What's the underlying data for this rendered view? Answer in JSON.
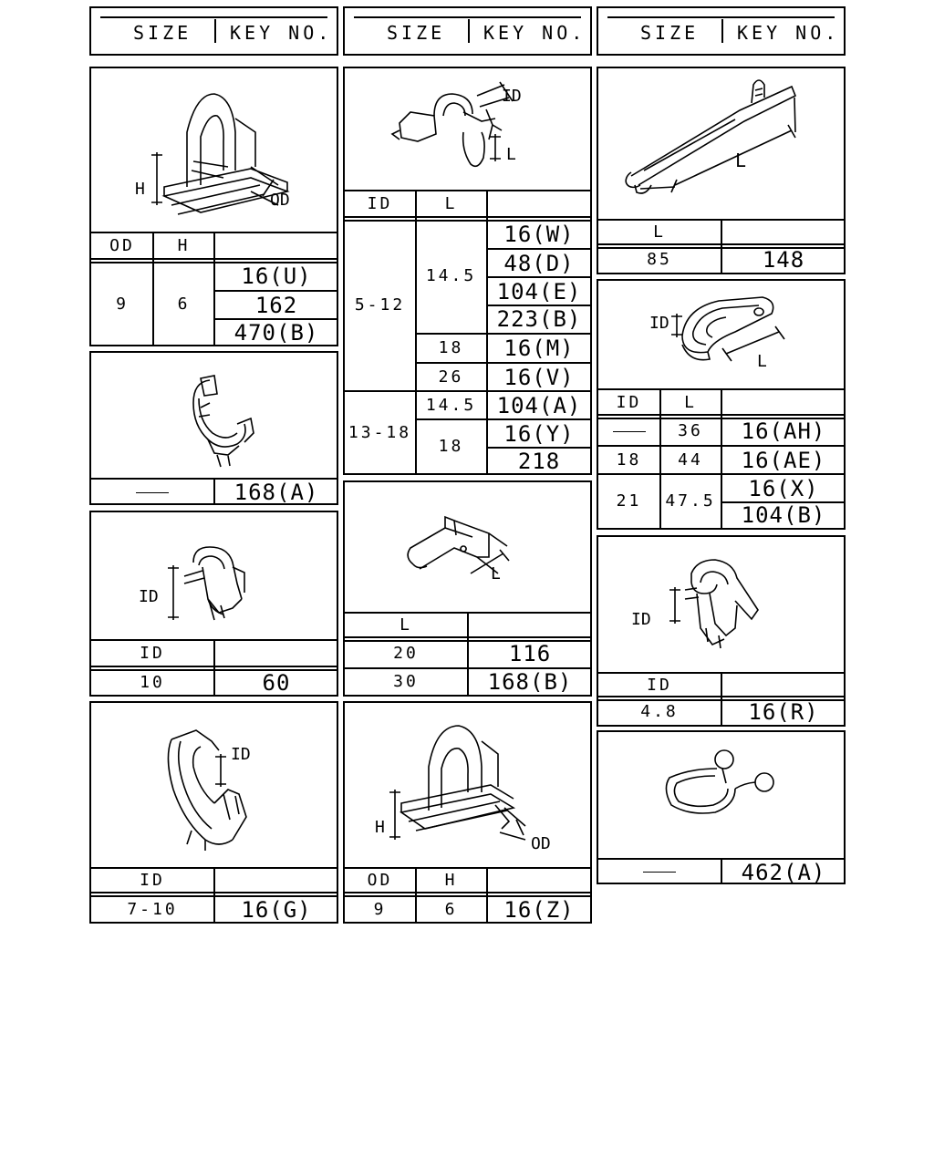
{
  "header": {
    "size_label": "SIZE",
    "key_label": "KEY NO."
  },
  "p1": {
    "dim_h": "H",
    "dim_od": "OD",
    "cols": {
      "od": "OD",
      "h": "H"
    },
    "od": "9",
    "h": "6",
    "keys": [
      "16(U)",
      "162",
      "470(B)"
    ]
  },
  "p2": {
    "size_dash": "—",
    "key": "168(A)"
  },
  "p3": {
    "dim_id": "ID",
    "cols": {
      "id": "ID"
    },
    "id": "10",
    "key": "60"
  },
  "p4": {
    "dim_id": "ID",
    "cols": {
      "id": "ID"
    },
    "id": "7-10",
    "key": "16(G)"
  },
  "p5": {
    "dim_id": "ID",
    "dim_l": "L",
    "cols": {
      "id": "ID",
      "l": "L"
    },
    "g1": {
      "id": "5-12",
      "rows": [
        {
          "l": "14.5",
          "keys": [
            "16(W)",
            "48(D)",
            "104(E)",
            "223(B)"
          ]
        },
        {
          "l": "18",
          "keys": [
            "16(M)"
          ]
        },
        {
          "l": "26",
          "keys": [
            "16(V)"
          ]
        }
      ]
    },
    "g2": {
      "id": "13-18",
      "rows": [
        {
          "l": "14.5",
          "keys": [
            "104(A)"
          ]
        },
        {
          "l": "18",
          "keys": [
            "16(Y)",
            "218"
          ]
        }
      ]
    }
  },
  "p6": {
    "dim_l": "L",
    "cols": {
      "l": "L"
    },
    "rows": [
      {
        "l": "20",
        "key": "116"
      },
      {
        "l": "30",
        "key": "168(B)"
      }
    ]
  },
  "p7": {
    "dim_h": "H",
    "dim_od": "OD",
    "cols": {
      "od": "OD",
      "h": "H"
    },
    "od": "9",
    "h": "6",
    "key": "16(Z)"
  },
  "p8": {
    "dim_l": "L",
    "cols": {
      "l": "L"
    },
    "l": "85",
    "key": "148"
  },
  "p9": {
    "dim_id": "ID",
    "dim_l": "L",
    "cols": {
      "id": "ID",
      "l": "L"
    },
    "rows": [
      {
        "id": "—",
        "l": "36",
        "keys": [
          "16(AH)"
        ]
      },
      {
        "id": "18",
        "l": "44",
        "keys": [
          "16(AE)"
        ]
      },
      {
        "id": "21",
        "l": "47.5",
        "keys": [
          "16(X)",
          "104(B)"
        ]
      }
    ]
  },
  "p10": {
    "dim_id": "ID",
    "cols": {
      "id": "ID"
    },
    "id": "4.8",
    "key": "16(R)"
  },
  "p11": {
    "size_dash": "—",
    "key": "462(A)"
  }
}
